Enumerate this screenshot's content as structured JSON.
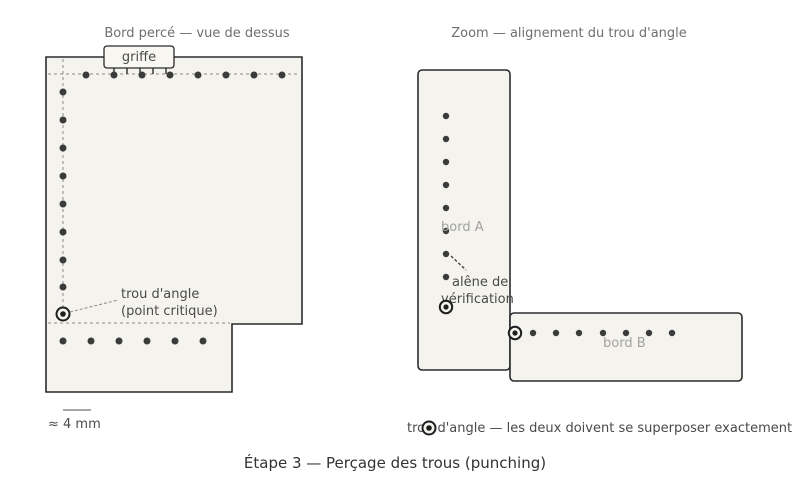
{
  "left_panel": {
    "title": "Bord percé — vue de dessus",
    "claw_label": "griffe",
    "corner_label_line1": "trou d'angle",
    "corner_label_line2": "(point critique)",
    "scale_label": "≈ 4 mm"
  },
  "right_panel": {
    "title": "Zoom — alignement du trou d'angle",
    "edge_a_label": "bord A",
    "edge_b_label": "bord B",
    "awl_label_line1": "alêne de",
    "awl_label_line2": "vérification"
  },
  "legend": {
    "text": "trou d'angle — les deux doivent se superposer exactement"
  },
  "caption": "Étape 3 — Perçage des trous (punching)",
  "colors": {
    "panel_fill": "#f4f3ee",
    "outline": "#2b2b2b",
    "hole": "#3b3b3b",
    "guide_line": "#8a8a8a"
  }
}
